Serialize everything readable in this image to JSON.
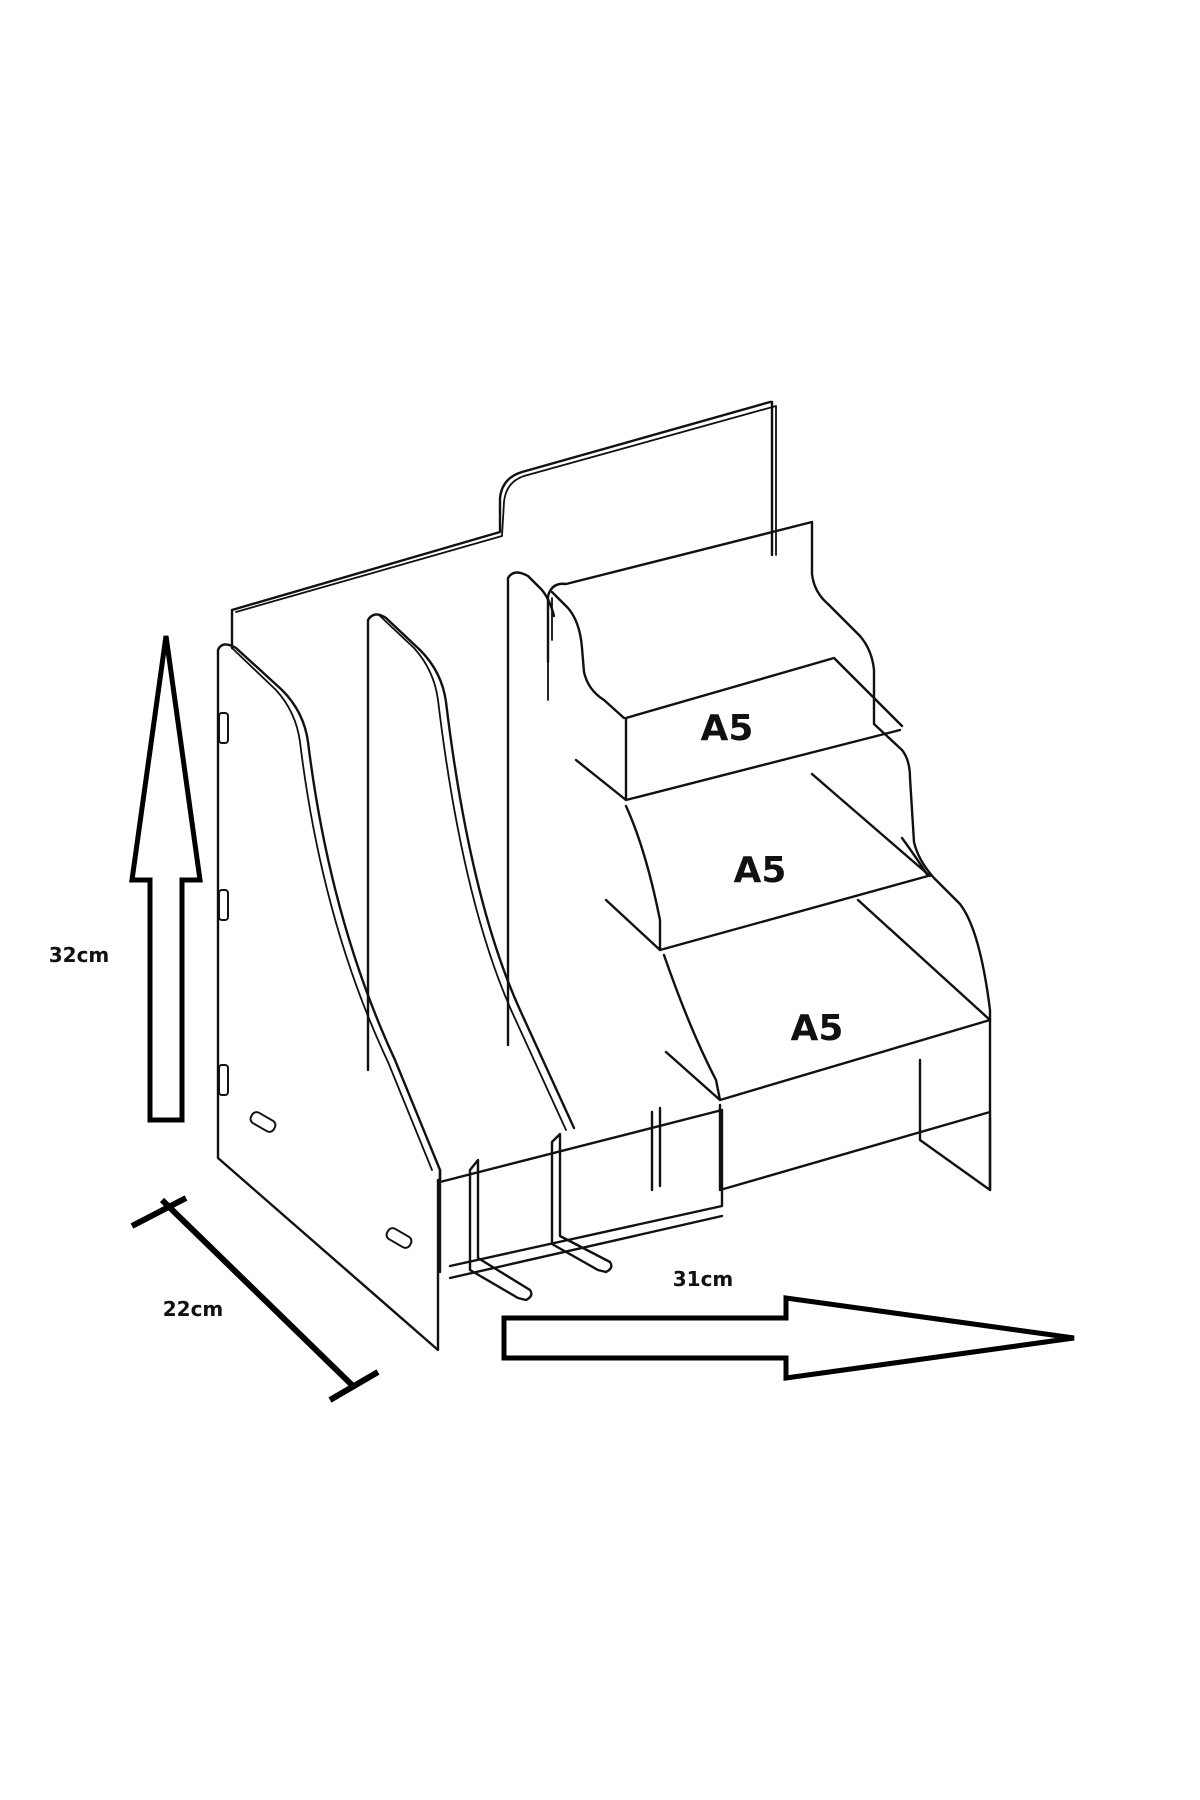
{
  "labels": {
    "height": "32cm",
    "depth": "22cm",
    "width": "31cm",
    "tray_top": "A5",
    "tray_middle": "A5",
    "tray_bottom": "A5"
  },
  "colors": {
    "line": "#111111",
    "background": "#ffffff"
  }
}
